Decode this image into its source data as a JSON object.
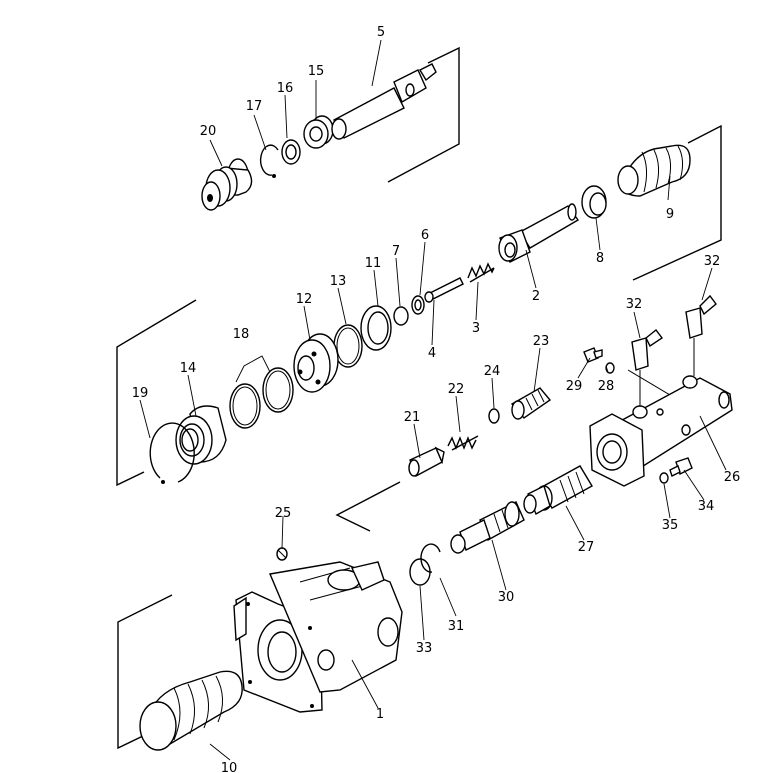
{
  "diagram": {
    "type": "exploded parts diagram",
    "part_labels": [
      {
        "id": "label-1",
        "text": "1"
      },
      {
        "id": "label-2",
        "text": "2"
      },
      {
        "id": "label-3",
        "text": "3"
      },
      {
        "id": "label-4",
        "text": "4"
      },
      {
        "id": "label-5",
        "text": "5"
      },
      {
        "id": "label-6",
        "text": "6"
      },
      {
        "id": "label-7",
        "text": "7"
      },
      {
        "id": "label-8",
        "text": "8"
      },
      {
        "id": "label-9",
        "text": "9"
      },
      {
        "id": "label-10",
        "text": "10"
      },
      {
        "id": "label-11",
        "text": "11"
      },
      {
        "id": "label-12",
        "text": "12"
      },
      {
        "id": "label-13",
        "text": "13"
      },
      {
        "id": "label-14",
        "text": "14"
      },
      {
        "id": "label-15",
        "text": "15"
      },
      {
        "id": "label-16",
        "text": "16"
      },
      {
        "id": "label-17",
        "text": "17"
      },
      {
        "id": "label-18",
        "text": "18"
      },
      {
        "id": "label-19",
        "text": "19"
      },
      {
        "id": "label-20",
        "text": "20"
      },
      {
        "id": "label-21",
        "text": "21"
      },
      {
        "id": "label-22",
        "text": "22"
      },
      {
        "id": "label-23",
        "text": "23"
      },
      {
        "id": "label-24",
        "text": "24"
      },
      {
        "id": "label-25",
        "text": "25"
      },
      {
        "id": "label-26",
        "text": "26"
      },
      {
        "id": "label-27",
        "text": "27"
      },
      {
        "id": "label-28",
        "text": "28"
      },
      {
        "id": "label-29",
        "text": "29"
      },
      {
        "id": "label-30",
        "text": "30"
      },
      {
        "id": "label-31",
        "text": "31"
      },
      {
        "id": "label-32a",
        "text": "32"
      },
      {
        "id": "label-32b",
        "text": "32"
      },
      {
        "id": "label-33",
        "text": "33"
      },
      {
        "id": "label-34",
        "text": "34"
      },
      {
        "id": "label-35",
        "text": "35"
      }
    ]
  }
}
